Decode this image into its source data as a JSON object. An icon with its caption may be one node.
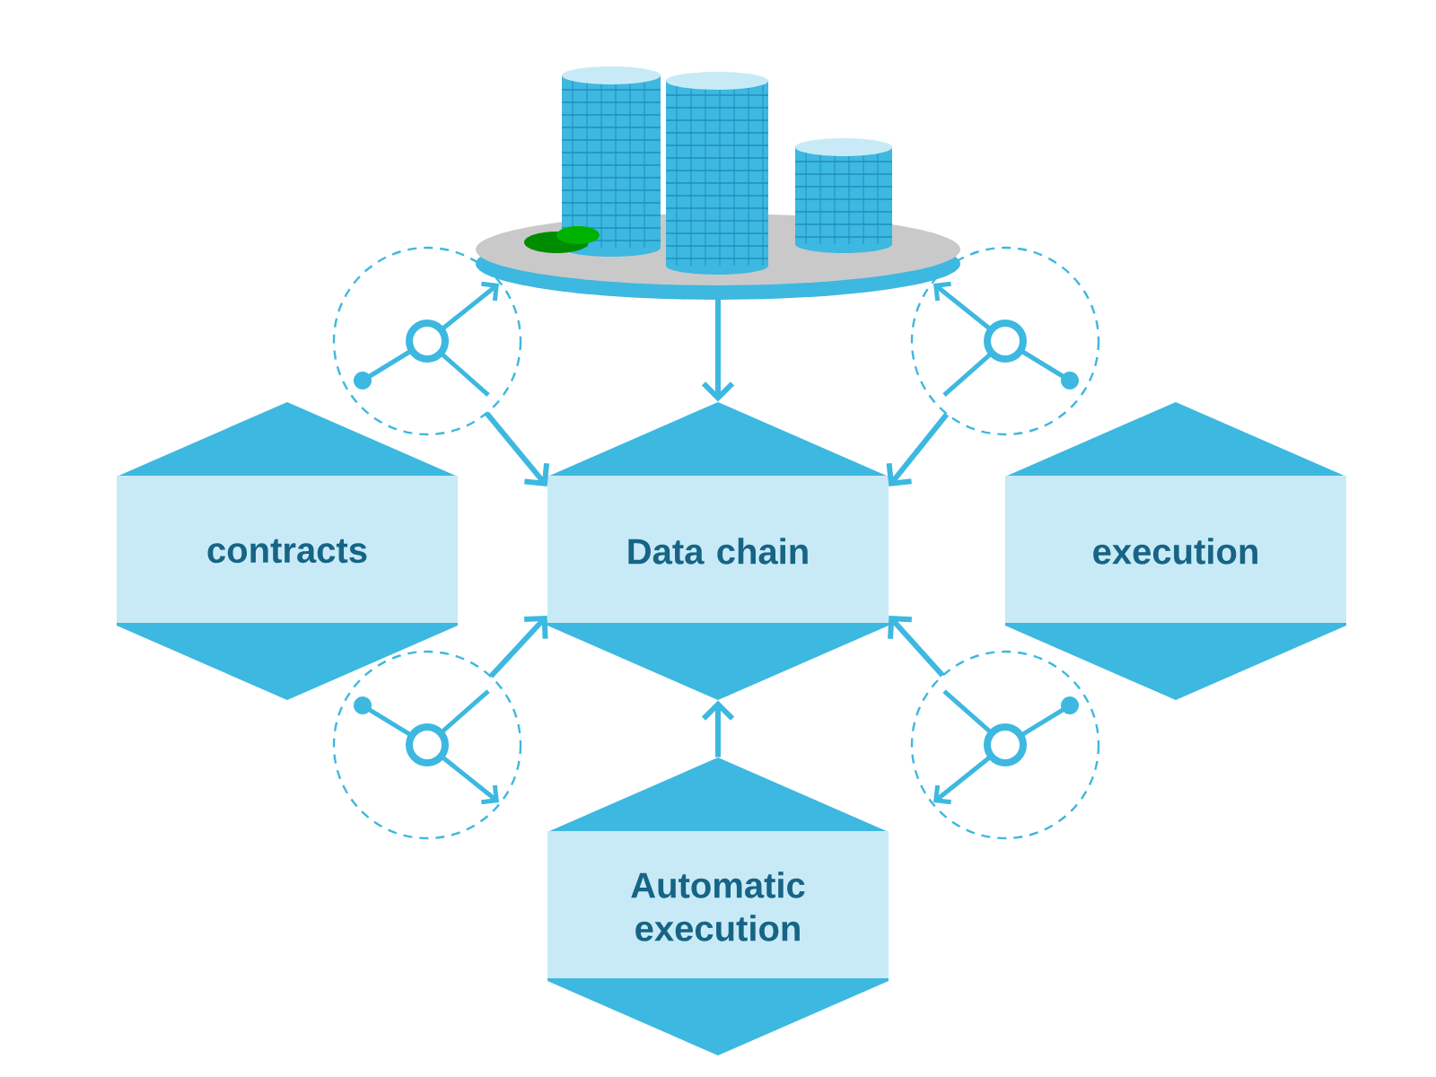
{
  "diagram": {
    "nodes": [
      {
        "text": [],
        "shape": "picture"
      },
      {
        "text": [],
        "shape": "picture"
      },
      {
        "text": [],
        "shape": "picture"
      },
      {
        "text": [
          "contracts"
        ]
      },
      {
        "text": [
          "Data chain"
        ]
      },
      {
        "text": [
          "execution"
        ]
      },
      {
        "text": [],
        "shape": "picture"
      },
      {
        "text": [],
        "shape": "picture"
      },
      {
        "text": [
          "Automatic execution"
        ]
      }
    ],
    "edges": [
      {
        "from": 0,
        "to": 4,
        "arrow": "to"
      },
      {
        "from": 1,
        "to": 4,
        "arrow": "to"
      },
      {
        "from": 2,
        "to": 4,
        "arrow": "to"
      },
      {
        "from": 6,
        "to": 4,
        "arrow": "to"
      },
      {
        "from": 7,
        "to": 4,
        "arrow": "to"
      },
      {
        "from": 8,
        "to": 4,
        "arrow": "to"
      }
    ]
  }
}
